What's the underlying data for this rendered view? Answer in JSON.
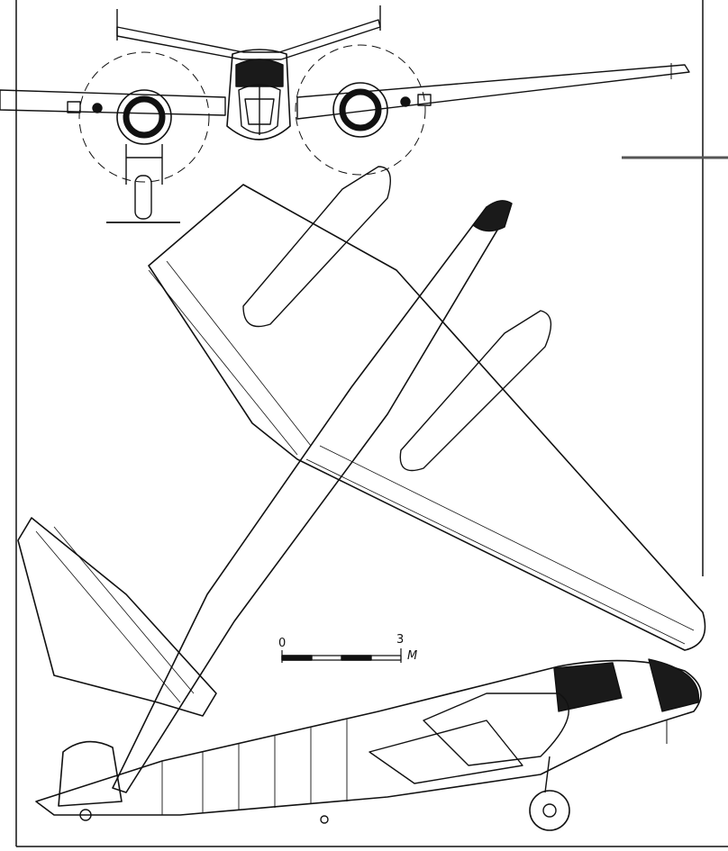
{
  "scale_bar": {
    "start_label": "0",
    "end_label": "3",
    "unit_label": "M",
    "segments": 4
  },
  "views": [
    "front-view",
    "plan-view",
    "side-view"
  ],
  "colors": {
    "ink": "#111111",
    "paper": "#ffffff",
    "fill_dark": "#1a1a1a"
  }
}
